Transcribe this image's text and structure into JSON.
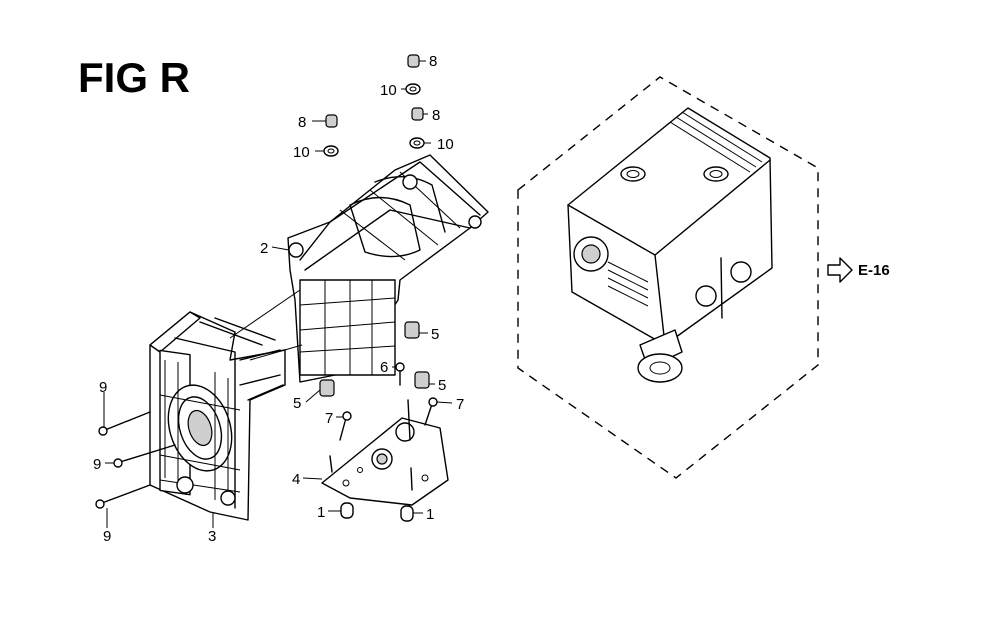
{
  "figure": {
    "title": "FIG R"
  },
  "reference": {
    "label": "E-16"
  },
  "callouts": [
    {
      "id": "c8a",
      "label": "8"
    },
    {
      "id": "c10a",
      "label": "10"
    },
    {
      "id": "c8b",
      "label": "8"
    },
    {
      "id": "c10b",
      "label": "10"
    },
    {
      "id": "c8c",
      "label": "8"
    },
    {
      "id": "c10c",
      "label": "10"
    },
    {
      "id": "c2",
      "label": "2"
    },
    {
      "id": "c5a",
      "label": "5"
    },
    {
      "id": "c6",
      "label": "6"
    },
    {
      "id": "c5b",
      "label": "5"
    },
    {
      "id": "c5c",
      "label": "5"
    },
    {
      "id": "c7a",
      "label": "7"
    },
    {
      "id": "c7b",
      "label": "7"
    },
    {
      "id": "c9a",
      "label": "9"
    },
    {
      "id": "c9b",
      "label": "9"
    },
    {
      "id": "c9c",
      "label": "9"
    },
    {
      "id": "c4",
      "label": "4"
    },
    {
      "id": "c1a",
      "label": "1"
    },
    {
      "id": "c1b",
      "label": "1"
    },
    {
      "id": "c3",
      "label": "3"
    }
  ]
}
